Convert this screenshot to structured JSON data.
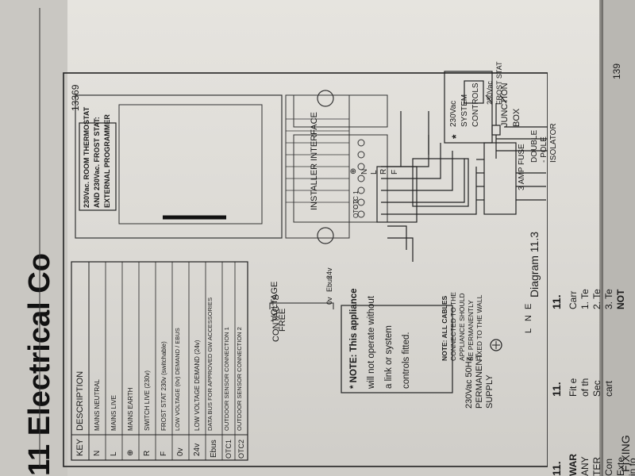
{
  "page": {
    "chapter_heading": "11  Electrical Co",
    "figure_id": "13369",
    "page_number_right": "139",
    "diagram_label": "Diagram 11.3",
    "footer_label": "FIXING"
  },
  "right_column": {
    "heading_1": "11.",
    "line_1": "WAR",
    "line_2": "ANY",
    "line_3": "TER",
    "line_4": "Con",
    "line_5": "Exte",
    "line_6": "in fo",
    "heading_2": "11.",
    "line_7": "Fit e",
    "line_8": "of th",
    "line_9": "Sec",
    "line_10": "cart",
    "heading_3": "11.",
    "line_11": "Carr",
    "line_12": "1. Te",
    "line_13": "2. Te",
    "line_14": "3. Te",
    "line_15": "NOT"
  },
  "key_table": {
    "headers": [
      "KEY",
      "DESCRIPTION"
    ],
    "rows": [
      {
        "key": "N",
        "description": "MAINS NEUTRAL"
      },
      {
        "key": "L",
        "description": "MAINS LIVE"
      },
      {
        "key": "⊕",
        "description": "MAINS EARTH"
      },
      {
        "key": "R",
        "description": "SWITCH LIVE (230v)"
      },
      {
        "key": "F",
        "description": "FROST STAT 230v (switchable)"
      },
      {
        "key": "0v",
        "description": "LOW VOLTAGE (0v) DEMAND / EBUS"
      },
      {
        "key": "24v",
        "description": "LOW VOLTAGE DEMAND (24v)"
      },
      {
        "key": "Ebus",
        "description": "DATA BUS FOR APPROVED GW ACCESSORIES"
      },
      {
        "key": "OTC1",
        "description": "OUTDOOR SENSOR CONNECTION 1"
      },
      {
        "key": "OTC2",
        "description": "OUTDOOR SENSOR CONNECTION 2"
      }
    ]
  },
  "diagram": {
    "thermostat_line_1": "230Vac. ROOM THERMOSTAT",
    "thermostat_line_2": "AND 230Vac. FROST STAT:",
    "thermostat_line_3": "EXTERNAL PROGRAMMER",
    "installer_interface": "INSTALLER INTERFACE",
    "frost_stat_line_1": "230Vac",
    "frost_stat_line_2": "FROST STAT",
    "system_controls_star": "*",
    "system_controls_line_1": "230Vac",
    "system_controls_line_2": "SYSTEM",
    "system_controls_line_3": "CONTROLS",
    "junction_box_line_1": "JUNCTION",
    "junction_box_line_2": "BOX",
    "fuse_label": "3 AMP FUSE",
    "isolator_line_1": "DOUBLE",
    "isolator_line_2": "- POLE",
    "isolator_line_3": "ISOLATOR",
    "terminal_f": "F",
    "terminal_r": "R",
    "terminal_l": "L",
    "terminal_n": "N",
    "terminal_e": "⊕",
    "otc_1": "OTC 1",
    "otc_2": "OTC 2",
    "lv_24v": "24v",
    "lv_ebus": "Ebus",
    "lv_0v": "0v",
    "vfc_line_1": "VOLTAGE",
    "vfc_line_2": "FREE",
    "vfc_line_3": "CONTACTS",
    "supply_e": "E",
    "supply_n": "N",
    "supply_l": "L",
    "supply_line_1": "230Vac 50Hz",
    "supply_line_2": "PERMANENT",
    "supply_line_3": "SUPPLY"
  },
  "note_appliance": {
    "line_1": "* NOTE: This appliance",
    "line_2": "will not operate without",
    "line_3": "a link or system",
    "line_4": "controls fitted."
  },
  "note_cables": {
    "line_1": "NOTE: ALL CABLES",
    "line_2": "CONNECTED TO THE",
    "line_3": "APPLIANCE SHOULD",
    "line_4": "BE PERMANENTLY",
    "line_5": "FIXED TO THE WALL"
  },
  "colors": {
    "paper": "#e2e0db",
    "ink": "#1a1a1a"
  }
}
